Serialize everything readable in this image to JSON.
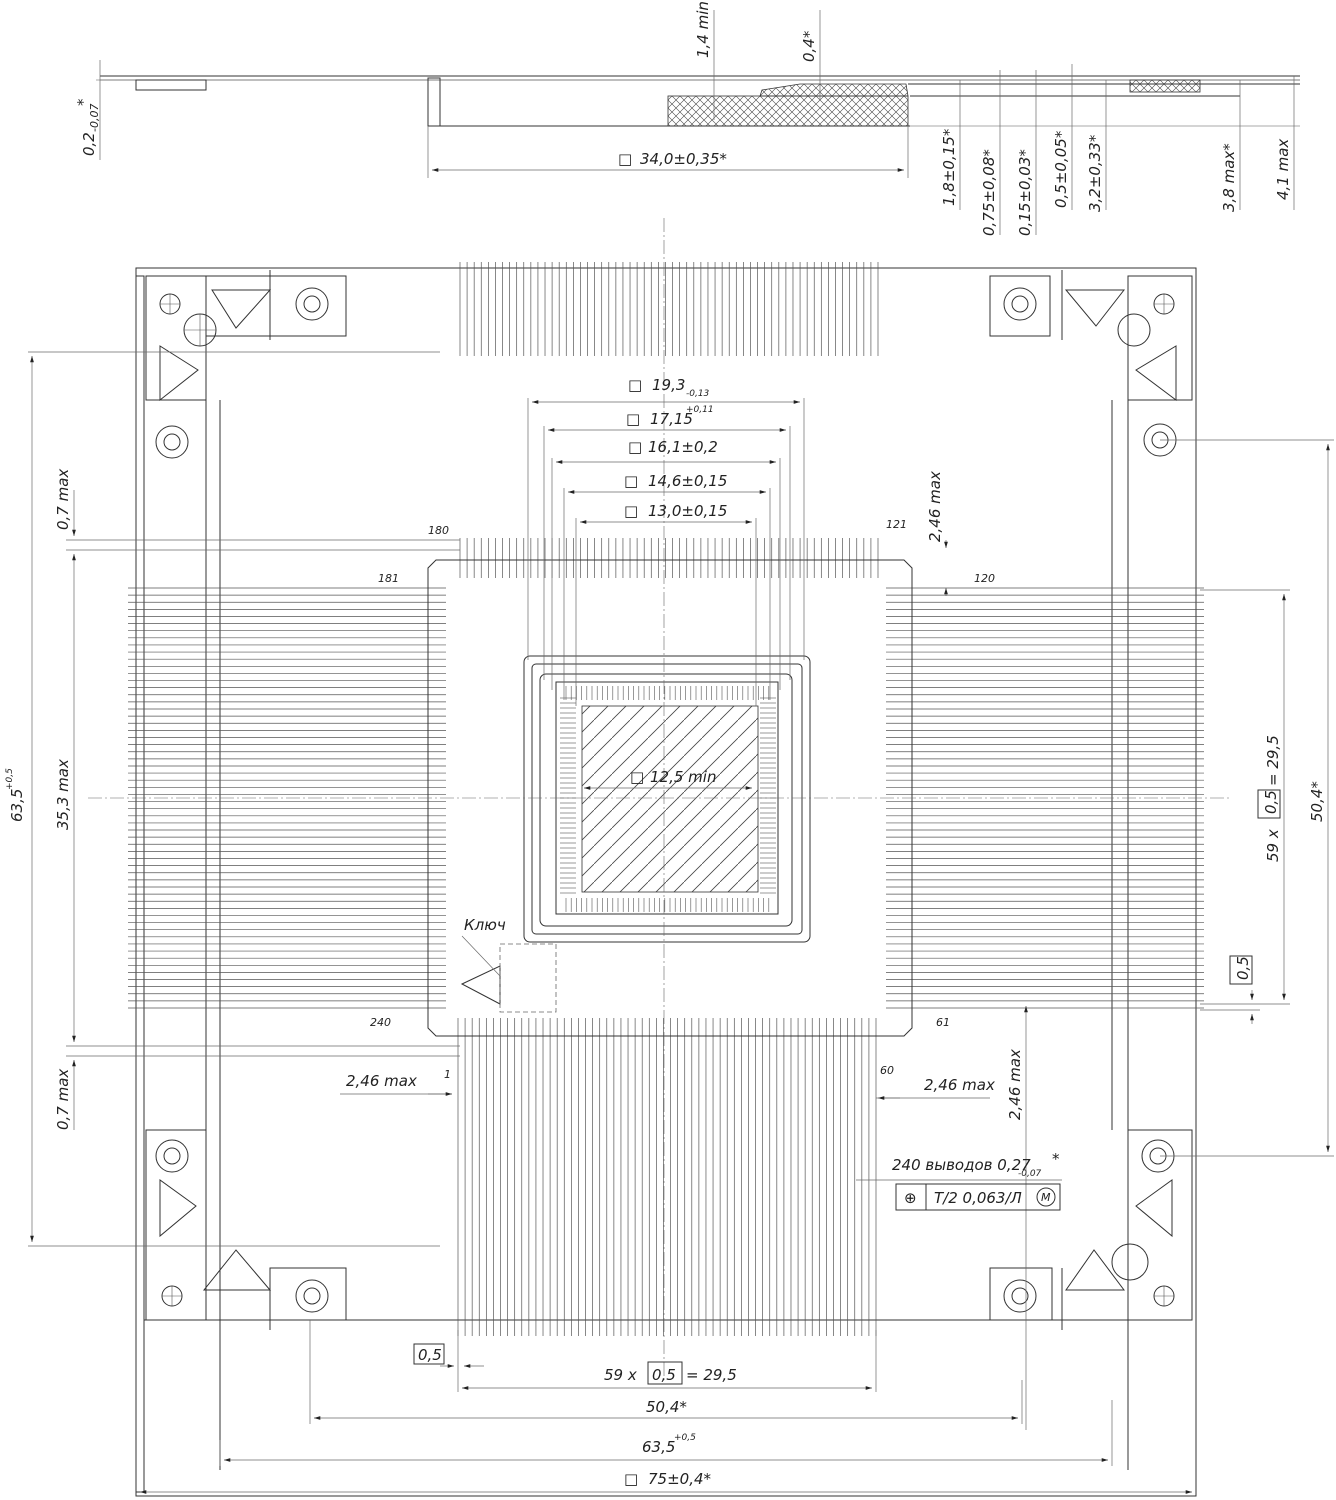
{
  "side_view": {
    "labels": [
      "1,4 min",
      "0,4*",
      "34,0±0,35*",
      "1,8±0,15*",
      "0,75±0,08*",
      "0,15±0,03*",
      "0,5±0,05*",
      "3,2±0,33*",
      "3,8 max*",
      "4,1 max"
    ],
    "thickness_label": "0,2",
    "thickness_tol": "-0,07",
    "thickness_star": "*"
  },
  "top_view": {
    "die_dims": {
      "d1": "19,3",
      "d1_tol": "-0,13",
      "d2": "17,15",
      "d2_tol": "+0,11",
      "d3": "16,1±0,2",
      "d4": "14,6±0,15",
      "d5": "13,0±0,15",
      "cavity": "12,5 min"
    },
    "pin_numbers": [
      "180",
      "121",
      "181",
      "120",
      "240",
      "61",
      "1",
      "60"
    ],
    "key_label": "Ключ",
    "left_dims": [
      "0,7 max",
      "35,3 max",
      "0,7 max",
      "63,5"
    ],
    "left_tol": "+0,5",
    "right_dims": [
      "59 x",
      "0,5",
      "= 29,5",
      "50,4*",
      "0,5"
    ],
    "lead_offsets": [
      "2,46 max",
      "2,46 max",
      "2,46 max",
      "2,46 max"
    ],
    "pin_note": "240 выводов 0,27",
    "pin_note_tol": "-0,07",
    "pin_note_star": "*",
    "frame_tol": {
      "sym": "⊕",
      "text": "T/2 0,063/Л",
      "mod": "M"
    },
    "bottom_dims": {
      "pitch_box": "0,5",
      "pitch_count": "59 x",
      "pitch_ref": "0,5",
      "pitch_total": "= 29,5",
      "span": "50,4*",
      "body": "63,5",
      "body_tol": "+0,5",
      "frame": "75±0,4*"
    }
  }
}
